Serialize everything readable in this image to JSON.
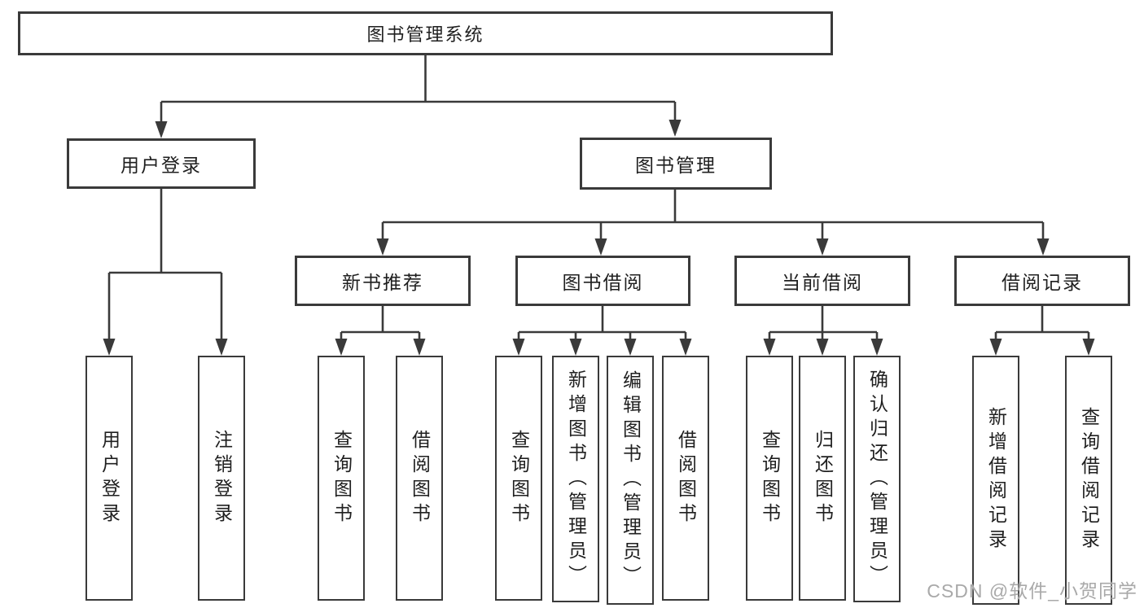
{
  "diagram": {
    "root": {
      "label": "图书管理系统"
    },
    "branches": [
      {
        "label": "用户登录",
        "children": [
          {
            "label": "用户登录"
          },
          {
            "label": "注销登录"
          }
        ]
      },
      {
        "label": "图书管理",
        "children": [
          {
            "label": "新书推荐",
            "children": [
              {
                "label": "查询图书"
              },
              {
                "label": "借阅图书"
              }
            ]
          },
          {
            "label": "图书借阅",
            "children": [
              {
                "label": "查询图书"
              },
              {
                "label": "新增图书（管理员）"
              },
              {
                "label": "编辑图书（管理员）"
              },
              {
                "label": "借阅图书"
              }
            ]
          },
          {
            "label": "当前借阅",
            "children": [
              {
                "label": "查询图书"
              },
              {
                "label": "归还图书"
              },
              {
                "label": "确认归还（管理员）"
              }
            ]
          },
          {
            "label": "借阅记录",
            "children": [
              {
                "label": "新增借阅记录"
              },
              {
                "label": "查询借阅记录"
              }
            ]
          }
        ]
      }
    ]
  },
  "watermark": {
    "text": "CSDN @软件_小贺同学"
  },
  "colors": {
    "line": "#3a3a3a",
    "box_border": "#3a3a3a",
    "box_fill": "#ffffff",
    "text": "#1f1f1f",
    "watermark": "#a9a9a9",
    "background": "#ffffff"
  }
}
